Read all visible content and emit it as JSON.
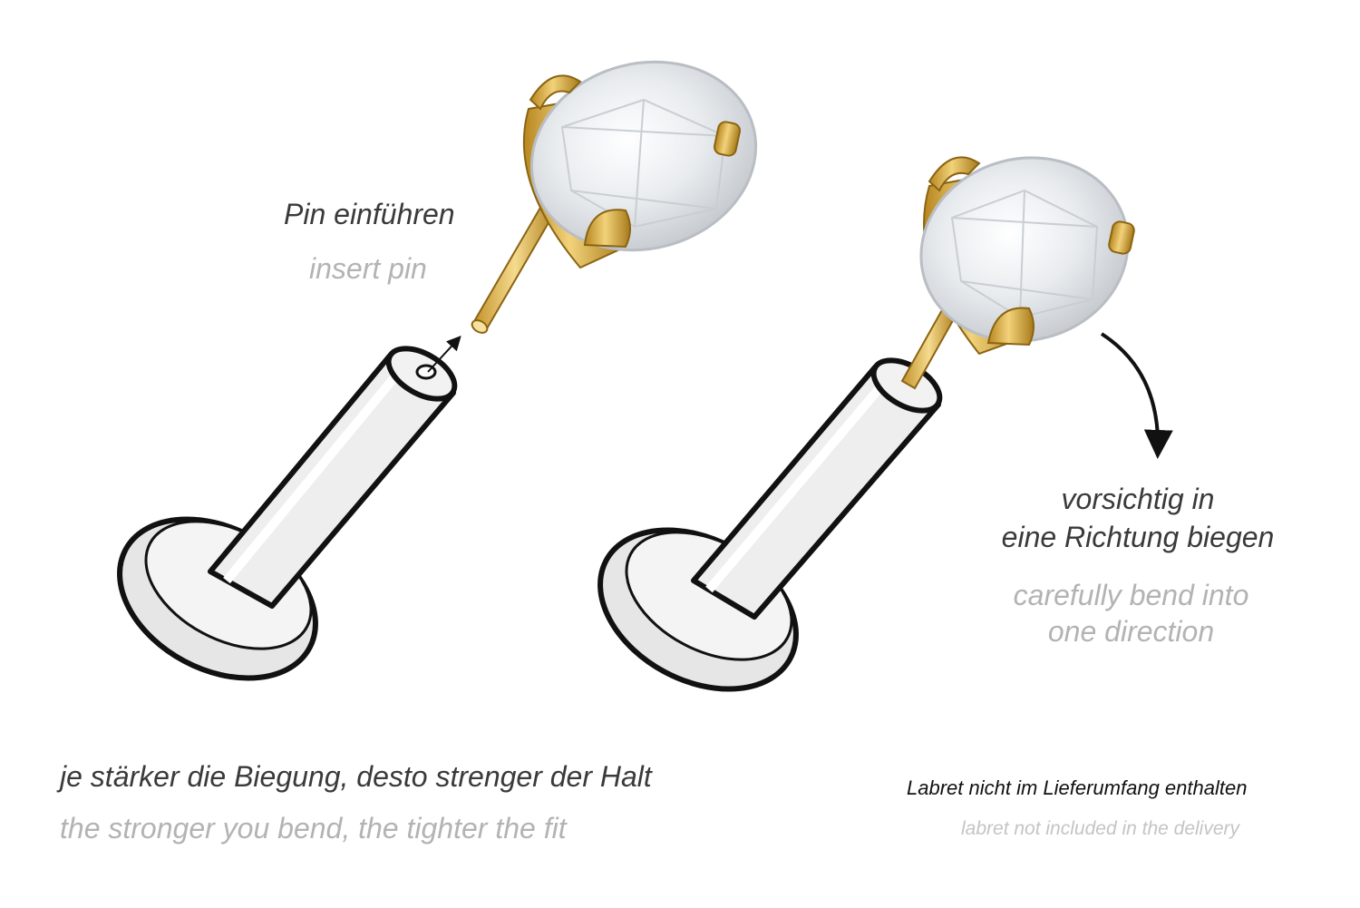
{
  "labels": {
    "insert_de": "Pin einführen",
    "insert_en": "insert pin",
    "bend_de_1": "vorsichtig in",
    "bend_de_2": "eine Richtung biegen",
    "bend_en_1": "carefully bend into",
    "bend_en_2": "one direction",
    "strength_de": "je stärker die Biegung, desto strenger der Halt",
    "strength_en": "the stronger you bend, the tighter the fit",
    "note_de": "Labret nicht im Lieferumfang enthalten",
    "note_en": "labret not included in the delivery"
  },
  "colors": {
    "text_dark": "#3a3a3a",
    "text_light": "#b3b3b3",
    "gold": "#d4a637",
    "labret_fill": "#e4e4e4",
    "outline": "#111111"
  }
}
